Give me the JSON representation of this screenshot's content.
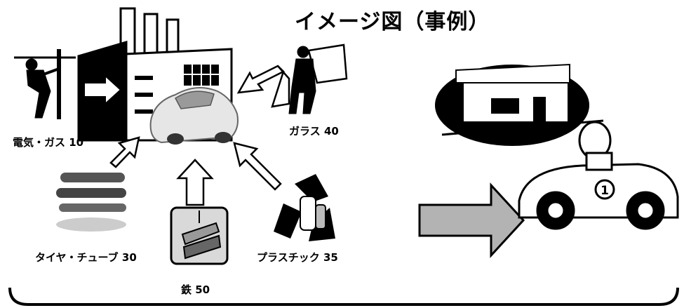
{
  "title": "イメージ図（事例）",
  "inputs": {
    "electricity_gas": {
      "label": "電気・ガス",
      "value": "10"
    },
    "glass": {
      "label": "ガラス",
      "value": "40"
    },
    "tires_tubes": {
      "label": "タイヤ・チューブ",
      "value": "30"
    },
    "iron": {
      "label": "鉄",
      "value": "50"
    },
    "plastic": {
      "label": "プラスチック",
      "value": "35"
    }
  },
  "icons": {
    "factory": "factory-icon",
    "car": "car-icon",
    "worker": "electrician-icon",
    "glass_worker": "glass-carrier-icon",
    "tires": "tires-icon",
    "iron": "steel-beam-icon",
    "plastic": "recycle-bottles-icon",
    "shop": "shop-icon",
    "race_car": "race-car-icon",
    "result_arrow": "big-right-arrow-icon"
  },
  "colors": {
    "result_arrow": "#b3b3b3",
    "ink": "#000000",
    "paper": "#ffffff"
  }
}
